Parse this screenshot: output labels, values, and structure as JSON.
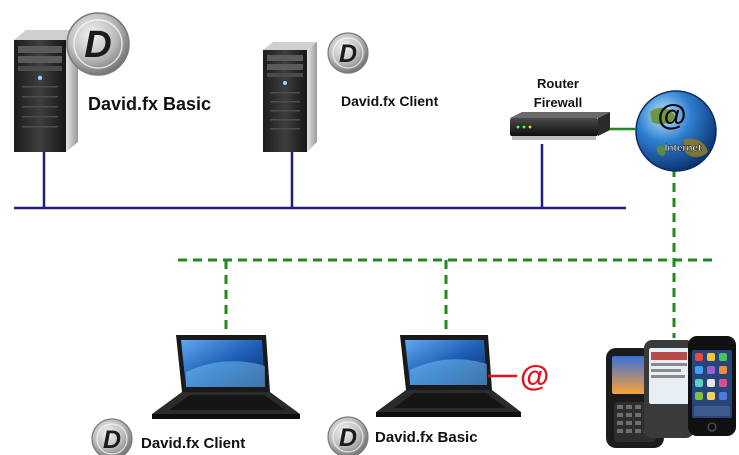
{
  "nodes": {
    "server_basic": {
      "label": "David.fx Basic",
      "icon": "david-fx-logo-icon"
    },
    "server_client": {
      "label": "David.fx Client",
      "icon": "david-fx-logo-icon"
    },
    "router": {
      "label_line1": "Router",
      "label_line2": "Firewall",
      "icon": "router-icon"
    },
    "internet": {
      "label": "Internet",
      "glyph": "@",
      "icon": "globe-icon"
    },
    "laptop_client": {
      "label": "David.fx Client",
      "icon": "david-fx-logo-icon"
    },
    "laptop_basic": {
      "label": "David.fx Basic",
      "icon": "david-fx-logo-icon"
    },
    "mobile": {
      "icon": "smartphones-icon"
    }
  },
  "annotations": {
    "email_mark": "@"
  },
  "logo_letter": "D",
  "colors": {
    "lan_line": "#1d1f7a",
    "wan_line": "#1f8a1f",
    "email_mark": "#e3101b",
    "logo_disc": "#5a5a5a",
    "laptop_screen": "#1f5fb5"
  },
  "connections": {
    "lan": {
      "style": "solid",
      "color": "#1d1f7a"
    },
    "wan": {
      "style": "dashed",
      "color": "#1f8a1f"
    }
  }
}
